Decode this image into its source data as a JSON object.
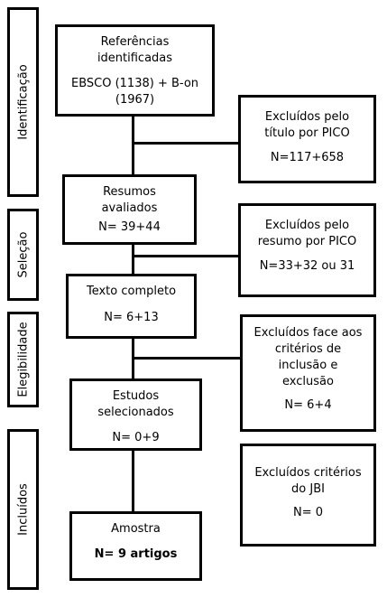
{
  "stages": {
    "identificacao": "Identificação",
    "selecao": "Seleção",
    "elegibilidade": "Elegibilidade",
    "incluidos": "Incluídos"
  },
  "main": {
    "referencias": {
      "line1": "Referências",
      "line2": "identificadas",
      "line3": "EBSCO (1138) + B-on",
      "line4": "(1967)"
    },
    "resumos": {
      "line1": "Resumos",
      "line2": "avaliados",
      "line3": "N= 39+44"
    },
    "texto": {
      "line1": "Texto completo",
      "line2": "N= 6+13"
    },
    "estudos": {
      "line1": "Estudos",
      "line2": "selecionados",
      "line3": "N= 0+9"
    },
    "amostra": {
      "line1": "Amostra",
      "line2": "N= 9 artigos"
    }
  },
  "excluded": {
    "titulo": {
      "line1": "Excluídos pelo",
      "line2": "título por PICO",
      "line3": "N=117+658"
    },
    "resumo": {
      "line1": "Excluídos pelo",
      "line2": "resumo por PICO",
      "line3": "N=33+32 ou 31"
    },
    "criterios": {
      "line1": "Excluídos face aos",
      "line2": "critérios de",
      "line3": "inclusão e",
      "line4": "exclusão",
      "line5": "N= 6+4"
    },
    "jbi": {
      "line1": "Excluídos critérios",
      "line2": "do JBI",
      "line3": "N= 0"
    }
  }
}
